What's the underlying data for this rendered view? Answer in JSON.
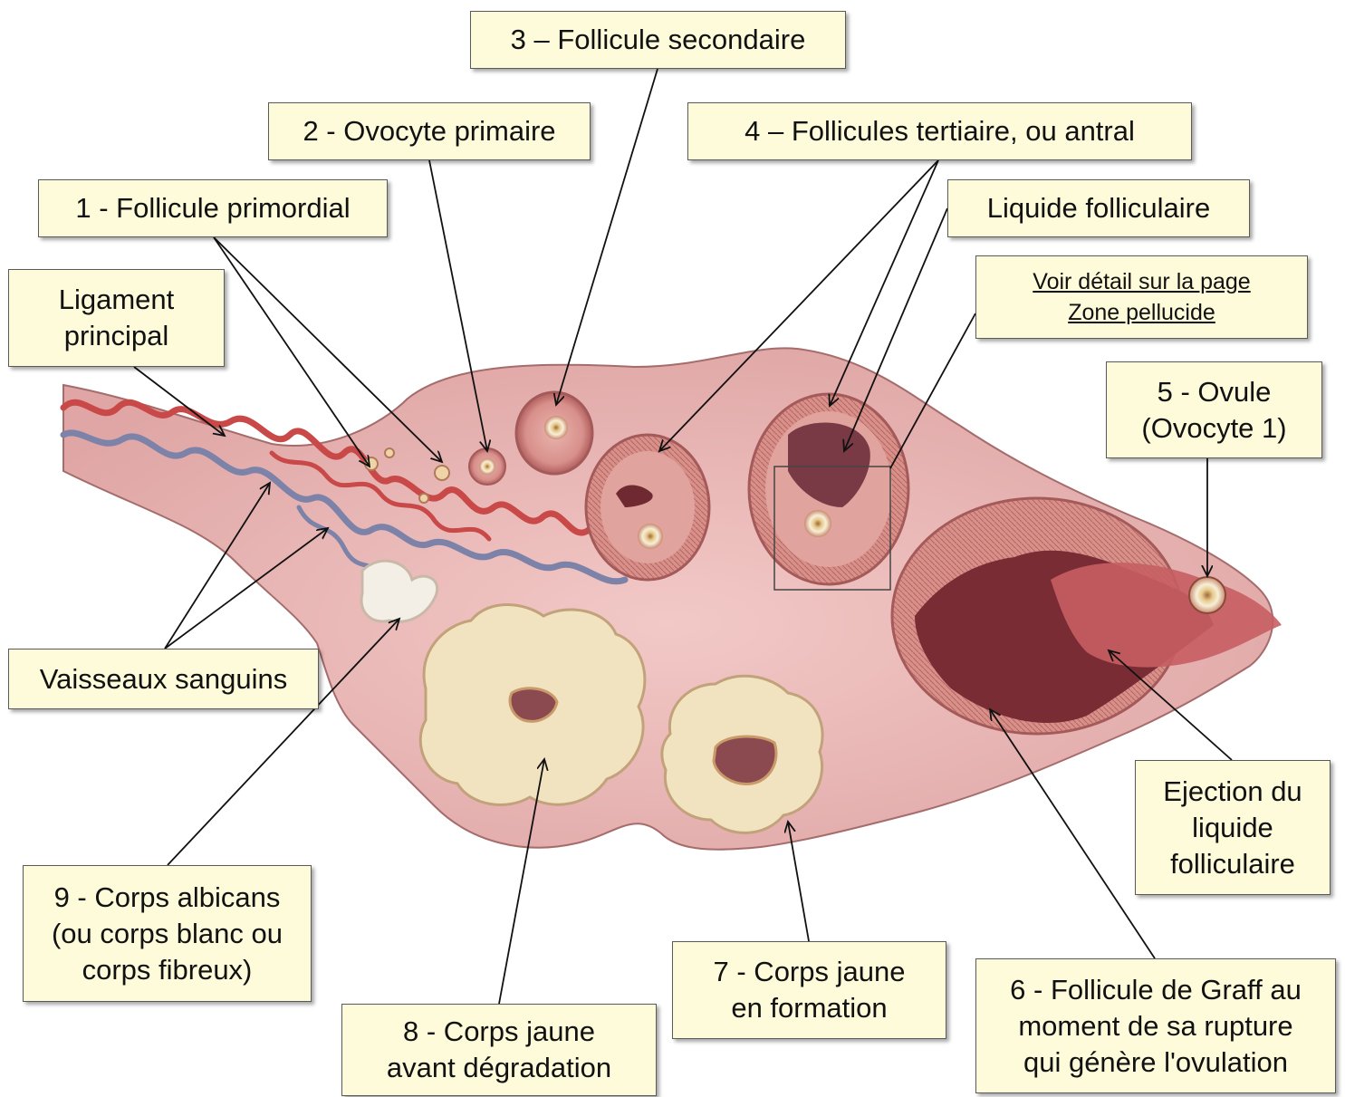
{
  "labels": {
    "follicule_secondaire": "3 – Follicule secondaire",
    "ovocyte_primaire": "2 - Ovocyte primaire",
    "follicules_tertiaire": "4 – Follicules tertiaire, ou antral",
    "follicule_primordial": "1 - Follicule primordial",
    "liquide_folliculaire": "Liquide folliculaire",
    "voir_detail": "Voir détail sur la page\nZone pellucide",
    "ligament_principal": "Ligament\nprincipal",
    "ovule": "5 - Ovule\n(Ovocyte 1)",
    "vaisseaux_sanguins": "Vaisseaux sanguins",
    "ejection": "Ejection du\nliquide\nfolliculaire",
    "corps_albicans": "9 - Corps albicans\n(ou corps blanc ou\ncorps fibreux)",
    "corps_jaune_formation": "7 - Corps jaune\nen formation",
    "follicule_graff": "6 - Follicule de Graff au\nmoment de sa rupture\nqui génère  l'ovulation",
    "corps_jaune_degradation": "8 - Corps jaune\navant  dégradation"
  },
  "colors": {
    "label_fill": "#fdfbd9",
    "ovary_tissue": "#e8b4b4",
    "follicle_wall": "#c97575",
    "artery": "#c94848",
    "vein": "#7d82a8",
    "corpus_luteum": "#f1e3bf",
    "graafian_cavity": "#7a2c35"
  }
}
